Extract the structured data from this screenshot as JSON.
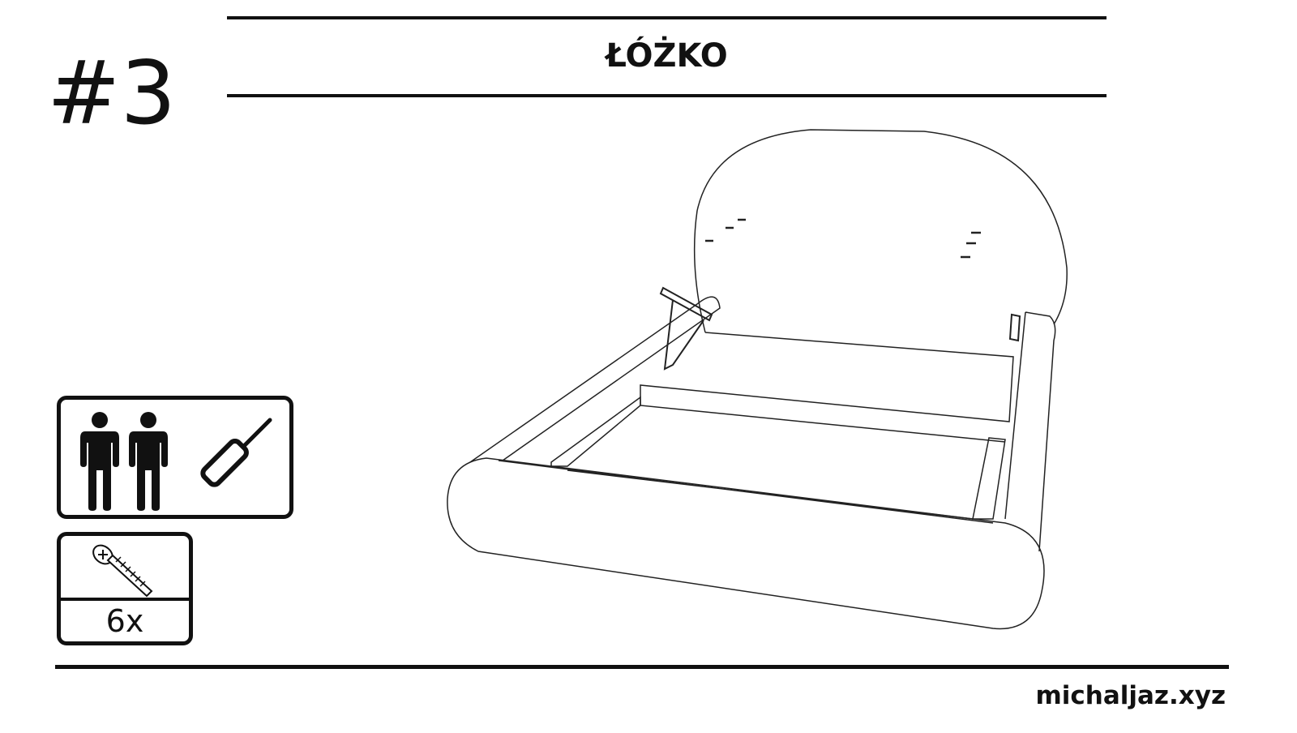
{
  "step": {
    "label": "#3"
  },
  "header": {
    "title": "ŁÓŻKO"
  },
  "requirements": {
    "people_count": 2,
    "tool": "screwdriver-icon",
    "hardware": {
      "item": "screw-icon",
      "quantity_label": "6x"
    }
  },
  "footer": {
    "site": "michaljaz.xyz"
  }
}
